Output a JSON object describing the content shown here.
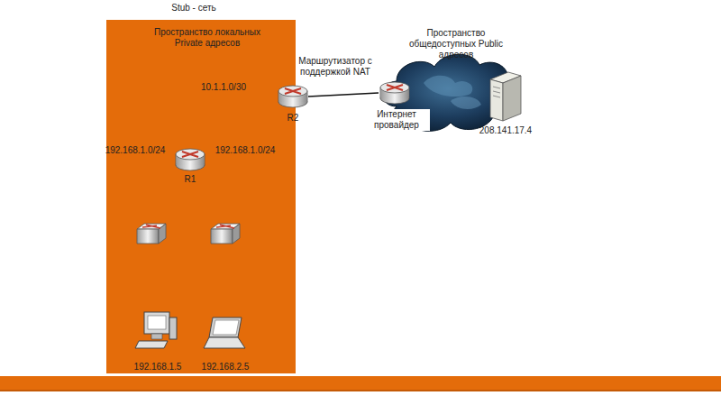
{
  "diagram": {
    "nodes": [
      {
        "text": [
          "Stub - сеть",
          "Пространство локальных Private адресов"
        ]
      },
      {
        "text": [
          "Маршрутизатор с поддержкой NAT",
          "R2"
        ]
      },
      {
        "text": [
          "R1"
        ],
        "in": 0
      },
      {
        "text": [
          "192.168.1.5"
        ],
        "in": 0
      },
      {
        "text": [
          "192.168.2.5"
        ],
        "in": 0
      },
      {
        "text": [
          "Интернет провайдер"
        ]
      },
      {
        "text": [
          "208.141.17.4"
        ]
      }
    ],
    "edges": [
      {
        "from": 1,
        "to": 2,
        "label": "10.1.1.0/30",
        "arrow": "none"
      },
      {
        "from": 2,
        "to": 3,
        "label": "192.168.1.0/24",
        "arrow": "none"
      },
      {
        "from": 2,
        "to": 4,
        "label": "192.168.1.0/24",
        "arrow": "none"
      },
      {
        "from": 1,
        "to": 5,
        "arrow": "none"
      }
    ],
    "labels": [
      "Пространство общедоступных Public адресов"
    ]
  }
}
